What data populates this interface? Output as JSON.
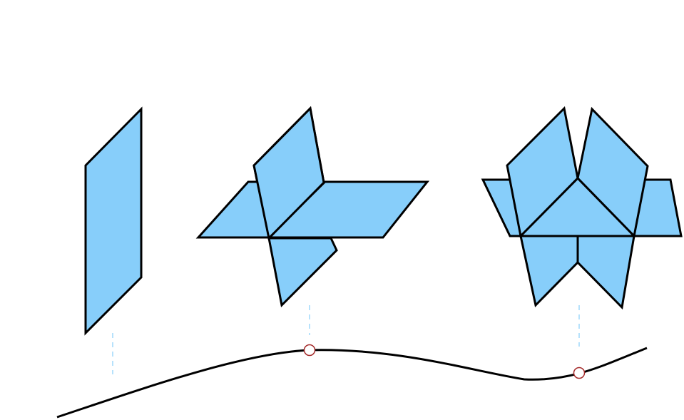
{
  "colors": {
    "panel_fill": "#87cefa",
    "outline": "#000000",
    "guide": "#87cefa",
    "curve": "#000000",
    "marker_stroke": "#a52a2a",
    "marker_fill": "#ffffff",
    "background": "#ffffff"
  },
  "figures": [
    {
      "name": "single-sheet",
      "sheets": 1
    },
    {
      "name": "two-crossing-sheets",
      "sheets": 2
    },
    {
      "name": "three-sheet-triple-junction",
      "sheets": 3
    }
  ],
  "curve": {
    "marked_points": 2
  }
}
